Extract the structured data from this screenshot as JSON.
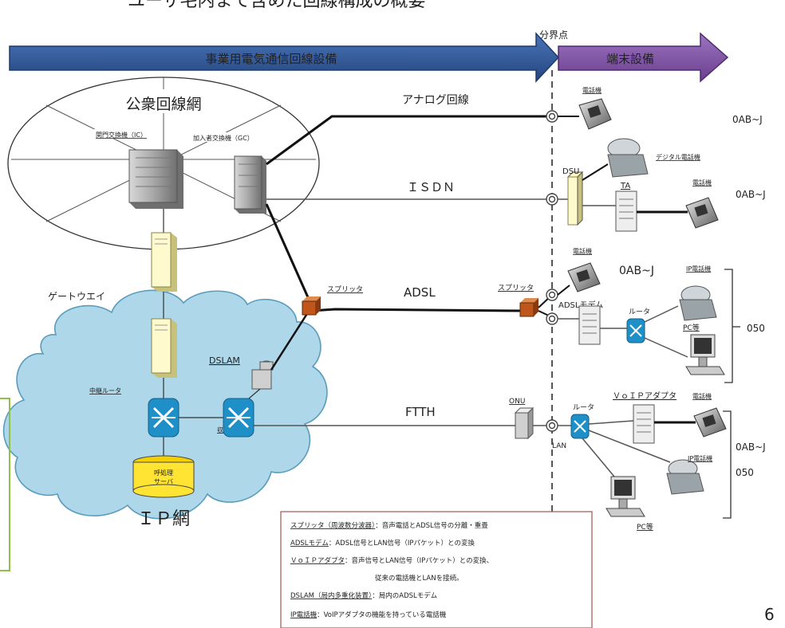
{
  "header": {
    "partial_title": "ユーザ宅内まで含めた回線構成の概要",
    "demarcation_label": "分界点"
  },
  "arrows": {
    "carrier_label": "事業用電気通信回線設備",
    "terminal_label": "端末設備"
  },
  "public_network": {
    "title": "公衆回線網",
    "toll_exchange_label": "関門交換機（IC）",
    "subscriber_exchange_label": "加入者交換機（GC）",
    "gateway_label": "ゲートウエイ"
  },
  "ip_network": {
    "title": "ＩＰ網",
    "relay_router_label": "中継ルータ",
    "edge_router_label": "収容ルータ",
    "dslam_label": "DSLAM",
    "call_server_label_line1": "呼処理",
    "call_server_label_line2": "サーバ"
  },
  "lines": {
    "analog": "アナログ回線",
    "isdn": "ＩＳＤＮ",
    "adsl": "ADSL",
    "ftth": "FTTH",
    "splitter_net": "スプリッタ",
    "splitter_user": "スプリッタ",
    "onu": "ONU"
  },
  "terminals": {
    "phone": "電話機",
    "digital_phone": "デジタル電話機",
    "dsu": "DSU",
    "ta": "TA",
    "ip_phone": "IP電話機",
    "adsl_modem": "ADSLモデム",
    "router": "ルータ",
    "pc": "PC等",
    "voip_adapter": "ＶｏＩＰアダプタ",
    "lan": "LAN"
  },
  "numbers": {
    "analog": "0AB~J",
    "isdn": "0AB~J",
    "adsl_phone": "0AB~J",
    "adsl_ip": "050",
    "ftth_phone": "0AB~J",
    "ftth_ip": "050"
  },
  "legend": [
    {
      "term": "スプリッタ（周波数分波器）",
      "desc": "：音声電話とADSL信号の分離・重畳"
    },
    {
      "term": "ADSLモデム",
      "desc": "：ADSL信号とLAN信号（IPパケット）との変換"
    },
    {
      "term": "ＶｏＩＰアダプタ",
      "desc": "：音声信号とLAN信号（IPパケット）との変換、"
    },
    {
      "term": "",
      "desc": "従来の電話機とLANを接続。"
    },
    {
      "term": "DSLAM（局内多重化装置）",
      "desc": "：局内のADSLモデム"
    },
    {
      "term": "IP電話機",
      "desc": "：VoIPアダプタの機能を持っている電話機"
    }
  ],
  "page_number": "6",
  "colors": {
    "carrier_arrow": "#2f5597",
    "terminal_arrow": "#7b4fa0",
    "cloud": "#aed8ea",
    "router": "#1f8fc8",
    "gateway": "#fffacd",
    "splitter": "#c0561b",
    "call_server": "#ffe433",
    "legend_border": "#a0564a",
    "left_box_border": "#8fc24a"
  }
}
